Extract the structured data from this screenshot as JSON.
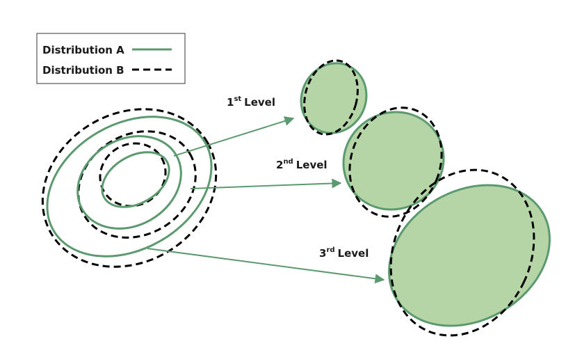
{
  "legend": {
    "entries": [
      {
        "label": "Distribution A",
        "line_style": "solid"
      },
      {
        "label": "Distribution B",
        "line_style": "dashed"
      }
    ]
  },
  "levels": [
    {
      "num": "1",
      "sup": "st",
      "word": "Level"
    },
    {
      "num": "2",
      "sup": "nd",
      "word": "Level"
    },
    {
      "num": "3",
      "sup": "rd",
      "word": "Level"
    }
  ],
  "colors": {
    "distribution_a": "#5b9a6e",
    "fill": "#b5d5a6",
    "distribution_b": "#000000",
    "text": "#1a1a1a"
  }
}
